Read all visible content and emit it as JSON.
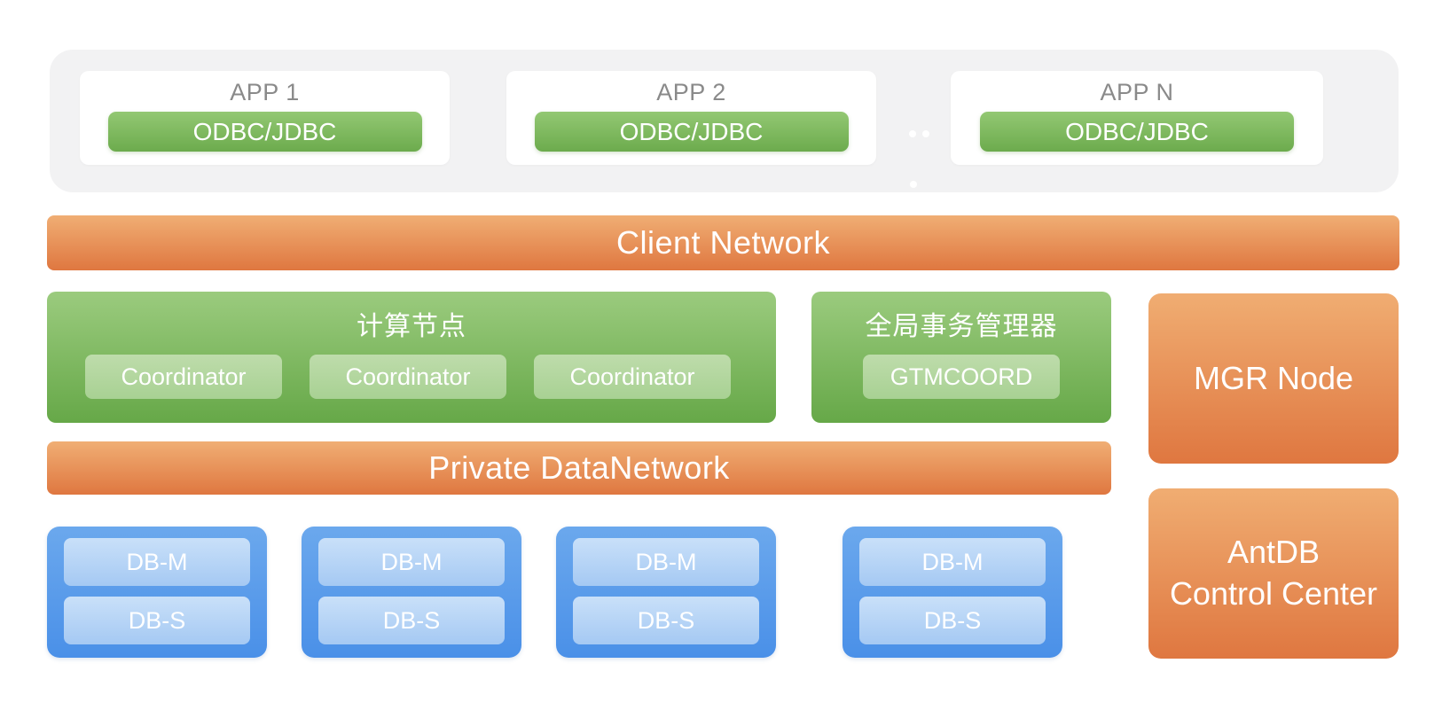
{
  "app_layer": {
    "apps": [
      {
        "title": "APP 1",
        "connector": "ODBC/JDBC"
      },
      {
        "title": "APP 2",
        "connector": "ODBC/JDBC"
      },
      {
        "title": "APP N",
        "connector": "ODBC/JDBC"
      }
    ]
  },
  "client_network": {
    "label": "Client Network"
  },
  "compute": {
    "title": "计算节点",
    "nodes": [
      "Coordinator",
      "Coordinator",
      "Coordinator"
    ]
  },
  "gtm": {
    "title": "全局事务管理器",
    "nodes": [
      "GTMCOORD"
    ]
  },
  "mgr": {
    "label": "MGR Node"
  },
  "private_network": {
    "label": "Private DataNetwork"
  },
  "storage": {
    "groups": [
      {
        "master": "DB-M",
        "standby": "DB-S"
      },
      {
        "master": "DB-M",
        "standby": "DB-S"
      },
      {
        "master": "DB-M",
        "standby": "DB-S"
      },
      {
        "master": "DB-M",
        "standby": "DB-S"
      }
    ]
  },
  "control_center": {
    "line1": "AntDB",
    "line2": "Control Center"
  },
  "colors": {
    "app_zone_bg": "#f2f2f3",
    "app_title_text": "#8a8a8a",
    "green_top": "#9bcb7e",
    "green_bottom": "#66a848",
    "green_pill_top": "#bedcab",
    "green_pill_bottom": "#a8d193",
    "orange_top": "#f0ae74",
    "orange_bottom": "#df7740",
    "blue_top": "#6ba8ed",
    "blue_bottom": "#4a90e8",
    "blue_pill_top": "#c9e0f9",
    "blue_pill_bottom": "#a5c9f3",
    "text_white": "#ffffff"
  }
}
